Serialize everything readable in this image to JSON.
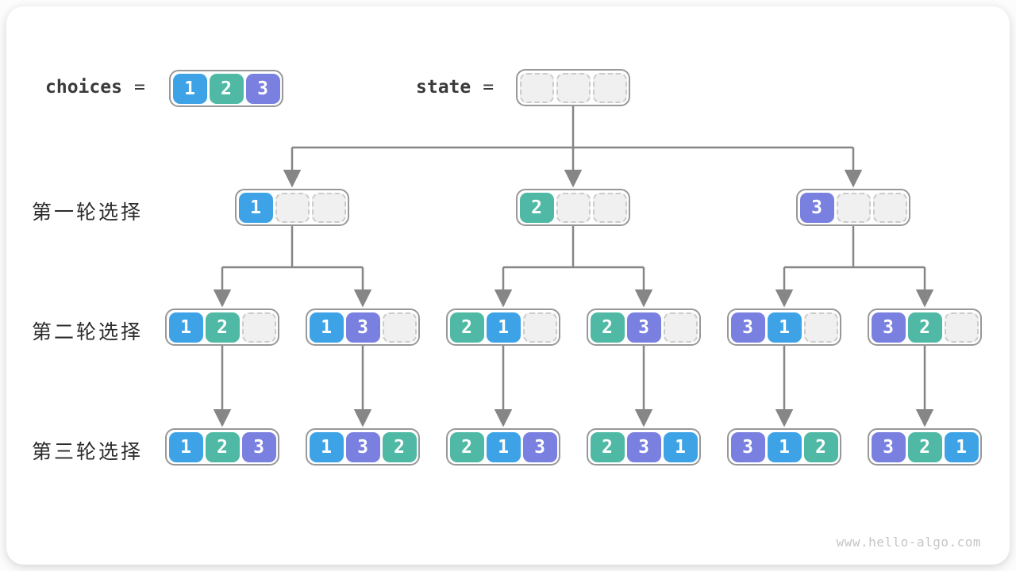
{
  "page": {
    "watermark": "www.hello-algo.com"
  },
  "colors": {
    "v1": "#3EA3E6",
    "v2": "#4FB9A5",
    "v3": "#7A80E0",
    "empty_fill": "#F0F0F0",
    "empty_border": "#CBCBCB",
    "node_border": "#989898",
    "arrow": "#868686",
    "label": "#2B2B2B",
    "code": "#3A3A3A",
    "watermark": "#C5C5C5"
  },
  "legend": {
    "choices_label": "choices",
    "equals": "=",
    "choices": {
      "cells": [
        "1",
        "2",
        "3"
      ]
    },
    "state_label": "state",
    "state": {
      "cells": [
        "",
        "",
        ""
      ]
    }
  },
  "row_labels": [
    "第一轮选择",
    "第二轮选择",
    "第三轮选择"
  ],
  "tree": {
    "level1": [
      {
        "cells": [
          "1",
          "",
          ""
        ]
      },
      {
        "cells": [
          "2",
          "",
          ""
        ]
      },
      {
        "cells": [
          "3",
          "",
          ""
        ]
      }
    ],
    "level2": [
      {
        "cells": [
          "1",
          "2",
          ""
        ]
      },
      {
        "cells": [
          "1",
          "3",
          ""
        ]
      },
      {
        "cells": [
          "2",
          "1",
          ""
        ]
      },
      {
        "cells": [
          "2",
          "3",
          ""
        ]
      },
      {
        "cells": [
          "3",
          "1",
          ""
        ]
      },
      {
        "cells": [
          "3",
          "2",
          ""
        ]
      }
    ],
    "level3": [
      {
        "cells": [
          "1",
          "2",
          "3"
        ]
      },
      {
        "cells": [
          "1",
          "3",
          "2"
        ]
      },
      {
        "cells": [
          "2",
          "1",
          "3"
        ]
      },
      {
        "cells": [
          "2",
          "3",
          "1"
        ]
      },
      {
        "cells": [
          "3",
          "1",
          "2"
        ]
      },
      {
        "cells": [
          "3",
          "2",
          "1"
        ]
      }
    ]
  }
}
